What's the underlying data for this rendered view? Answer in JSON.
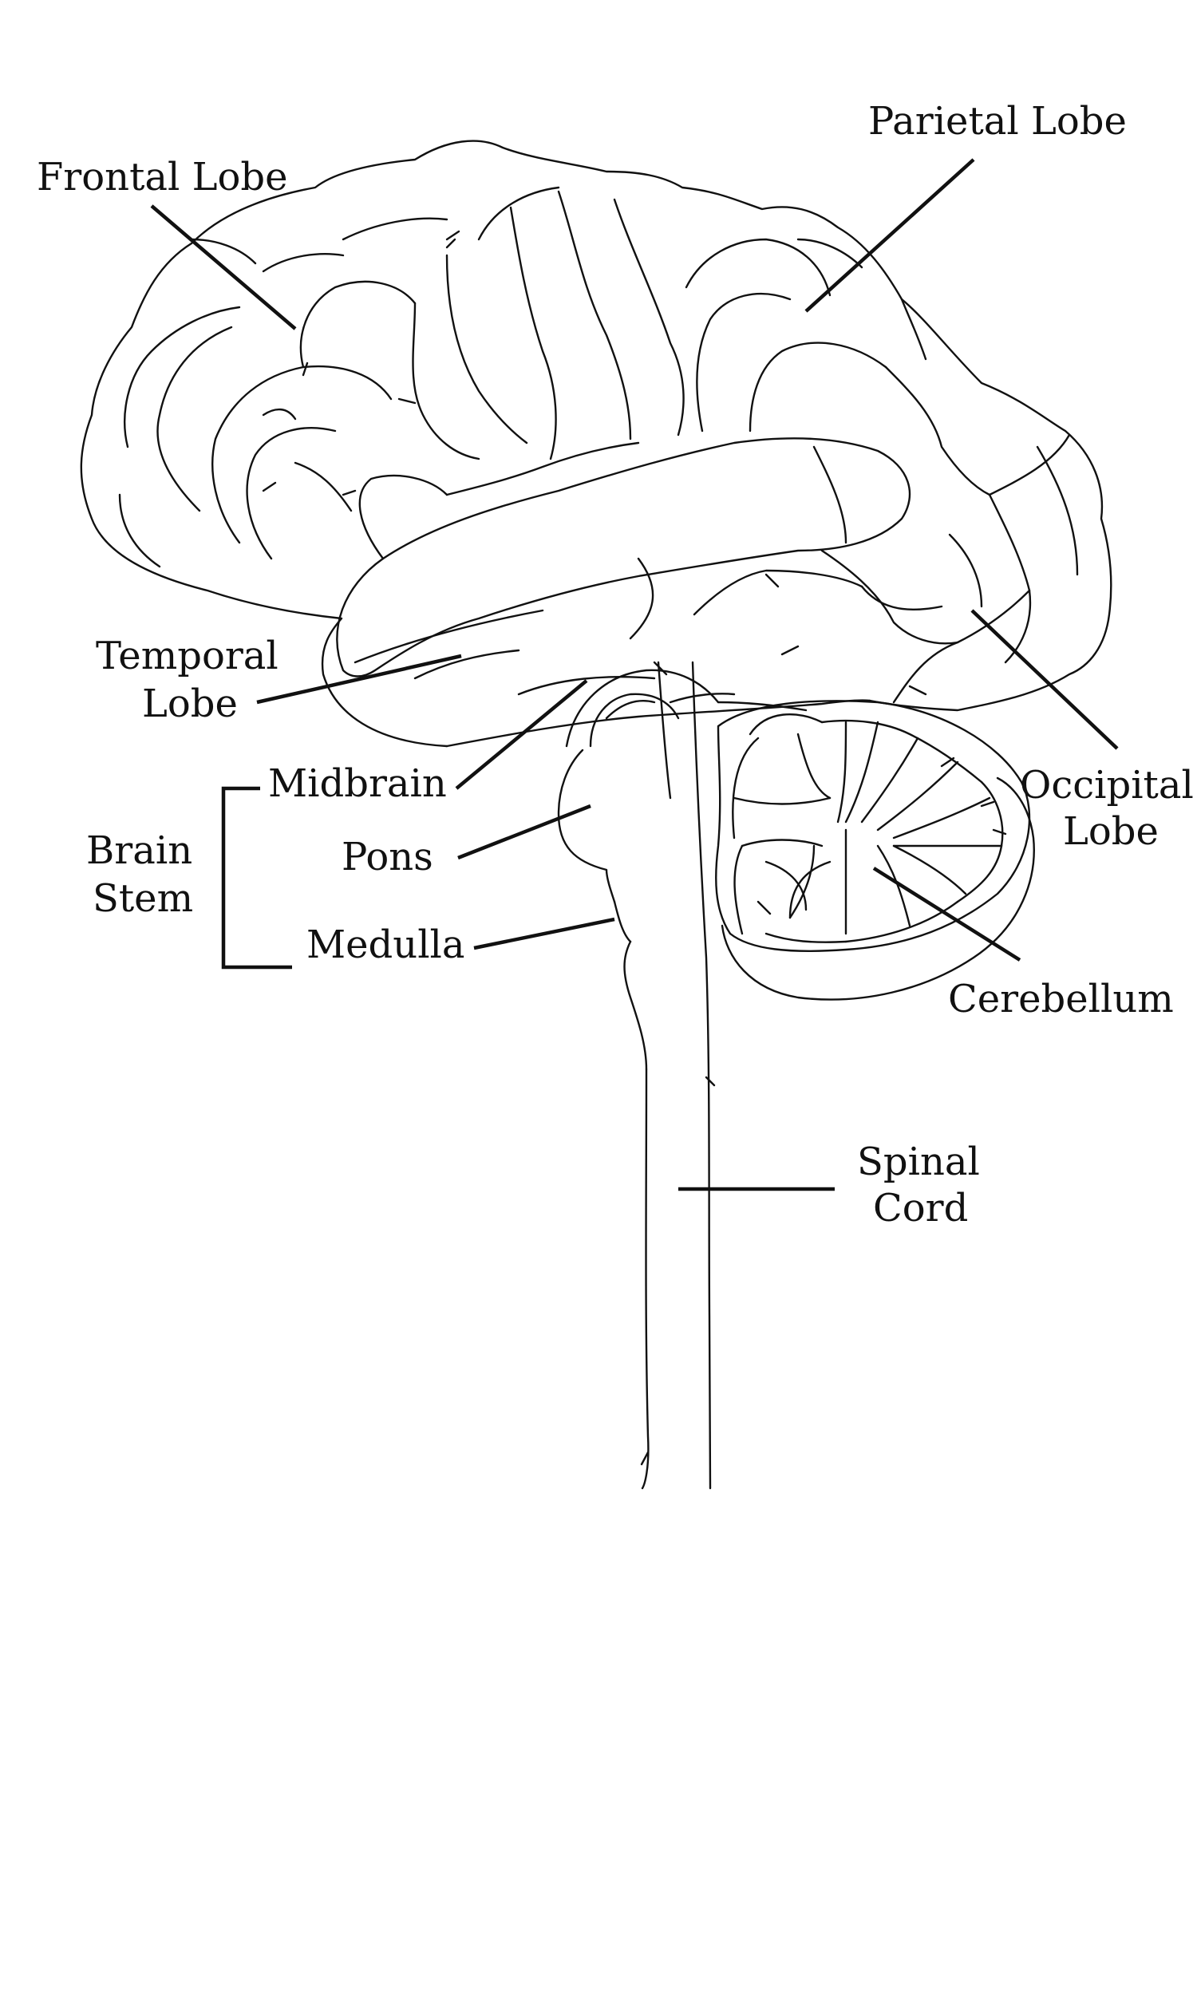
{
  "labels": {
    "frontal_lobe": "Frontal Lobe",
    "parietal_lobe": "Parietal Lobe",
    "temporal_lobe_1": "Temporal",
    "temporal_lobe_2": "Lobe",
    "occipital_lobe_1": "Occipital",
    "occipital_lobe_2": "Lobe",
    "midbrain": "Midbrain",
    "pons": "Pons",
    "medulla": "Medulla",
    "brain_stem_1": "Brain",
    "brain_stem_2": "Stem",
    "cerebellum": "Cerebellum",
    "spinal_cord_1": "Spinal",
    "spinal_cord_2": "Cord"
  },
  "colors": {
    "ink": "#111111",
    "background": "#ffffff"
  }
}
